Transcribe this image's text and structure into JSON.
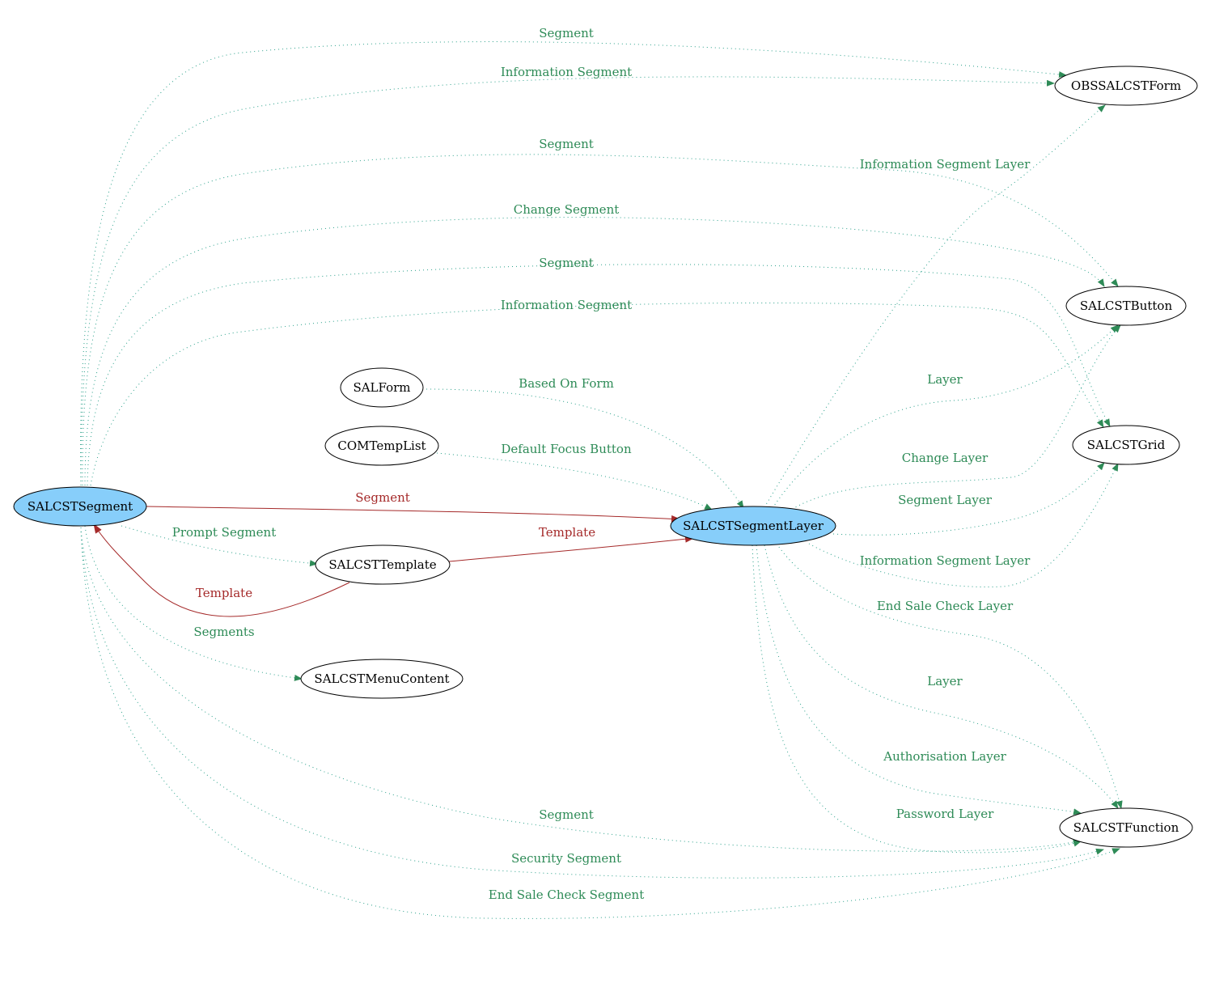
{
  "colors": {
    "background": "#ffffff",
    "highlight_fill": "#87cefa",
    "node_fill": "#ffffff",
    "solid_edge": "#a52a2a",
    "dotted_edge": "#2e8b57",
    "dotted_edge_stroke": "#2aa08a"
  },
  "nodes": [
    {
      "id": "segment",
      "label": "SALCSTSegment",
      "highlight": true
    },
    {
      "id": "layer",
      "label": "SALCSTSegmentLayer",
      "highlight": true
    },
    {
      "id": "template",
      "label": "SALCSTTemplate",
      "highlight": false
    },
    {
      "id": "menu",
      "label": "SALCSTMenuContent",
      "highlight": false
    },
    {
      "id": "salform",
      "label": "SALForm",
      "highlight": false
    },
    {
      "id": "comtemp",
      "label": "COMTempList",
      "highlight": false
    },
    {
      "id": "obsform",
      "label": "OBSSALCSTForm",
      "highlight": false
    },
    {
      "id": "button",
      "label": "SALCSTButton",
      "highlight": false
    },
    {
      "id": "grid",
      "label": "SALCSTGrid",
      "highlight": false
    },
    {
      "id": "function",
      "label": "SALCSTFunction",
      "highlight": false
    }
  ],
  "edges": [
    {
      "from": "segment",
      "to": "obsform",
      "label": "Segment",
      "style": "dotted"
    },
    {
      "from": "segment",
      "to": "obsform",
      "label": "Information Segment",
      "style": "dotted"
    },
    {
      "from": "segment",
      "to": "button",
      "label": "Segment",
      "style": "dotted"
    },
    {
      "from": "segment",
      "to": "button",
      "label": "Change Segment",
      "style": "dotted"
    },
    {
      "from": "segment",
      "to": "grid",
      "label": "Segment",
      "style": "dotted"
    },
    {
      "from": "segment",
      "to": "grid",
      "label": "Information Segment",
      "style": "dotted"
    },
    {
      "from": "salform",
      "to": "layer",
      "label": "Based On Form",
      "style": "dotted"
    },
    {
      "from": "comtemp",
      "to": "layer",
      "label": "Default Focus Button",
      "style": "dotted"
    },
    {
      "from": "segment",
      "to": "layer",
      "label": "Segment",
      "style": "solid"
    },
    {
      "from": "segment",
      "to": "template",
      "label": "Prompt Segment",
      "style": "dotted"
    },
    {
      "from": "template",
      "to": "layer",
      "label": "Template",
      "style": "solid"
    },
    {
      "from": "template",
      "to": "segment",
      "label": "Template",
      "style": "solid"
    },
    {
      "from": "segment",
      "to": "menu",
      "label": "Segments",
      "style": "dotted"
    },
    {
      "from": "segment",
      "to": "function",
      "label": "Segment",
      "style": "dotted"
    },
    {
      "from": "segment",
      "to": "function",
      "label": "Security Segment",
      "style": "dotted"
    },
    {
      "from": "segment",
      "to": "function",
      "label": "End Sale Check Segment",
      "style": "dotted"
    },
    {
      "from": "layer",
      "to": "obsform",
      "label": "Information Segment Layer",
      "style": "dotted"
    },
    {
      "from": "layer",
      "to": "button",
      "label": "Layer",
      "style": "dotted"
    },
    {
      "from": "layer",
      "to": "button",
      "label": "Change Layer",
      "style": "dotted"
    },
    {
      "from": "layer",
      "to": "grid",
      "label": "Segment Layer",
      "style": "dotted"
    },
    {
      "from": "layer",
      "to": "grid",
      "label": "Information Segment Layer",
      "style": "dotted"
    },
    {
      "from": "layer",
      "to": "function",
      "label": "End Sale Check Layer",
      "style": "dotted"
    },
    {
      "from": "layer",
      "to": "function",
      "label": "Layer",
      "style": "dotted"
    },
    {
      "from": "layer",
      "to": "function",
      "label": "Authorisation Layer",
      "style": "dotted"
    },
    {
      "from": "layer",
      "to": "function",
      "label": "Password Layer",
      "style": "dotted"
    }
  ]
}
